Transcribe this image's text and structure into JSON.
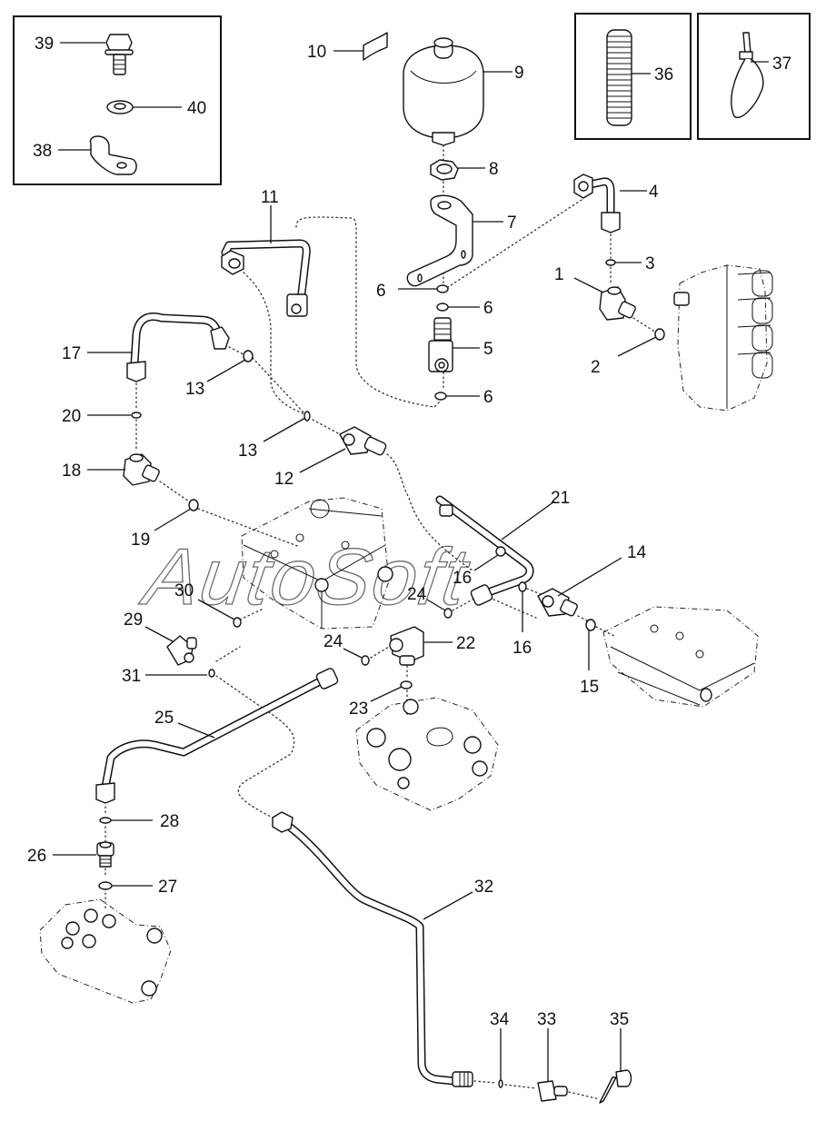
{
  "title": "Hydraulic accumulator and control valve piping – exploded parts diagram",
  "watermark": "AutoSoft",
  "callouts": [
    {
      "id": "1",
      "label": "1"
    },
    {
      "id": "2",
      "label": "2"
    },
    {
      "id": "3",
      "label": "3"
    },
    {
      "id": "4",
      "label": "4"
    },
    {
      "id": "5",
      "label": "5"
    },
    {
      "id": "6a",
      "label": "6"
    },
    {
      "id": "6b",
      "label": "6"
    },
    {
      "id": "6c",
      "label": "6"
    },
    {
      "id": "7",
      "label": "7"
    },
    {
      "id": "8",
      "label": "8"
    },
    {
      "id": "9",
      "label": "9"
    },
    {
      "id": "10",
      "label": "10"
    },
    {
      "id": "11",
      "label": "11"
    },
    {
      "id": "12",
      "label": "12"
    },
    {
      "id": "13a",
      "label": "13"
    },
    {
      "id": "13b",
      "label": "13"
    },
    {
      "id": "14",
      "label": "14"
    },
    {
      "id": "15",
      "label": "15"
    },
    {
      "id": "16a",
      "label": "16"
    },
    {
      "id": "16b",
      "label": "16"
    },
    {
      "id": "17",
      "label": "17"
    },
    {
      "id": "18",
      "label": "18"
    },
    {
      "id": "19",
      "label": "19"
    },
    {
      "id": "20",
      "label": "20"
    },
    {
      "id": "21",
      "label": "21"
    },
    {
      "id": "22",
      "label": "22"
    },
    {
      "id": "23",
      "label": "23"
    },
    {
      "id": "24a",
      "label": "24"
    },
    {
      "id": "24b",
      "label": "24"
    },
    {
      "id": "25",
      "label": "25"
    },
    {
      "id": "26",
      "label": "26"
    },
    {
      "id": "27",
      "label": "27"
    },
    {
      "id": "28",
      "label": "28"
    },
    {
      "id": "29",
      "label": "29"
    },
    {
      "id": "30",
      "label": "30"
    },
    {
      "id": "31",
      "label": "31"
    },
    {
      "id": "32",
      "label": "32"
    },
    {
      "id": "33",
      "label": "33"
    },
    {
      "id": "34",
      "label": "34"
    },
    {
      "id": "35",
      "label": "35"
    },
    {
      "id": "36",
      "label": "36"
    },
    {
      "id": "37",
      "label": "37"
    },
    {
      "id": "38",
      "label": "38"
    },
    {
      "id": "39",
      "label": "39"
    },
    {
      "id": "40",
      "label": "40"
    }
  ],
  "parts": [
    {
      "ref": "1",
      "name": "elbow-fitting"
    },
    {
      "ref": "2",
      "name": "o-ring"
    },
    {
      "ref": "3",
      "name": "o-ring"
    },
    {
      "ref": "4",
      "name": "pipe"
    },
    {
      "ref": "5",
      "name": "tee-fitting"
    },
    {
      "ref": "6",
      "name": "o-ring"
    },
    {
      "ref": "7",
      "name": "bracket"
    },
    {
      "ref": "8",
      "name": "nut"
    },
    {
      "ref": "9",
      "name": "accumulator"
    },
    {
      "ref": "10",
      "name": "label-decal"
    },
    {
      "ref": "11",
      "name": "pipe"
    },
    {
      "ref": "12",
      "name": "tee-fitting"
    },
    {
      "ref": "13",
      "name": "o-ring"
    },
    {
      "ref": "14",
      "name": "tee-fitting"
    },
    {
      "ref": "15",
      "name": "o-ring"
    },
    {
      "ref": "16",
      "name": "o-ring"
    },
    {
      "ref": "17",
      "name": "pipe"
    },
    {
      "ref": "18",
      "name": "elbow-fitting"
    },
    {
      "ref": "19",
      "name": "o-ring"
    },
    {
      "ref": "20",
      "name": "o-ring"
    },
    {
      "ref": "21",
      "name": "pipe"
    },
    {
      "ref": "22",
      "name": "tee-fitting"
    },
    {
      "ref": "23",
      "name": "o-ring"
    },
    {
      "ref": "24",
      "name": "o-ring"
    },
    {
      "ref": "25",
      "name": "pipe"
    },
    {
      "ref": "26",
      "name": "adapter"
    },
    {
      "ref": "27",
      "name": "o-ring"
    },
    {
      "ref": "28",
      "name": "o-ring"
    },
    {
      "ref": "29",
      "name": "elbow-fitting"
    },
    {
      "ref": "30",
      "name": "o-ring"
    },
    {
      "ref": "31",
      "name": "o-ring"
    },
    {
      "ref": "32",
      "name": "pipe"
    },
    {
      "ref": "33",
      "name": "test-coupling"
    },
    {
      "ref": "34",
      "name": "o-ring"
    },
    {
      "ref": "35",
      "name": "dust-cap"
    },
    {
      "ref": "36",
      "name": "protective-spring-sleeve"
    },
    {
      "ref": "37",
      "name": "cable-tie"
    },
    {
      "ref": "38",
      "name": "pipe-clip"
    },
    {
      "ref": "39",
      "name": "bolt"
    },
    {
      "ref": "40",
      "name": "washer"
    }
  ]
}
